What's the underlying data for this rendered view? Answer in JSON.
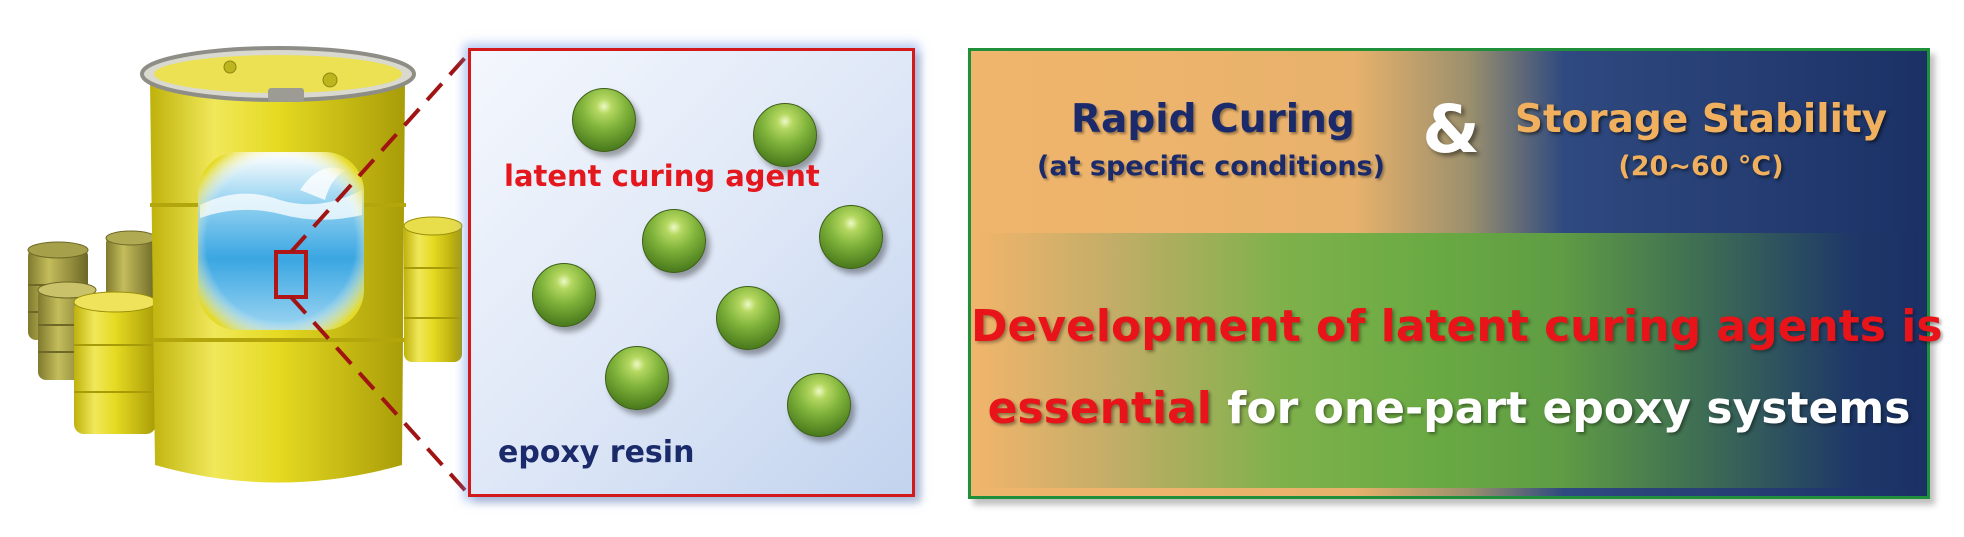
{
  "zoom_panel": {
    "agent_label": "latent curing agent",
    "resin_label": "epoxy resin"
  },
  "info_box": {
    "left_title": "Rapid Curing",
    "left_subtitle": "(at specific conditions)",
    "connector": "&",
    "right_title": "Storage Stability",
    "right_subtitle": "(20~60 °C)",
    "statement_line1": "Development of latent curing agents is",
    "statement_line2_emphasis": "essential",
    "statement_line2_rest": "for one-part epoxy systems"
  },
  "colors": {
    "barrel_yellow": "#e3d61c",
    "zoom_border": "#d21a1a",
    "sphere_green": "#7eb23a",
    "emphasis_red": "#e8141a",
    "navy": "#1b2a6b",
    "orange": "#f0b05e",
    "box_border_green": "#1f8f3a"
  }
}
